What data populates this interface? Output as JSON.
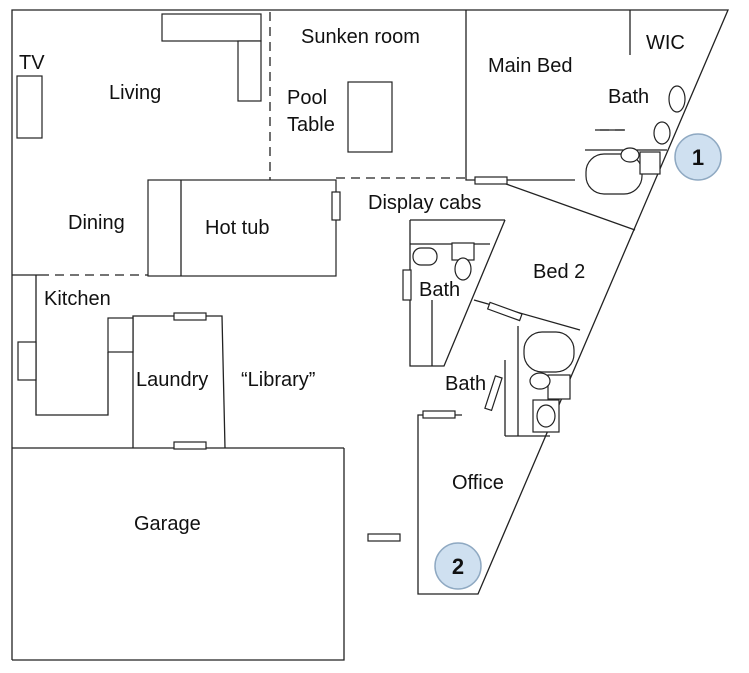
{
  "rooms": {
    "tv": "TV",
    "living": "Living",
    "sunken": "Sunken room",
    "pool1": "Pool",
    "pool2": "Table",
    "main_bed": "Main Bed",
    "wic": "WIC",
    "bath_main": "Bath",
    "dining": "Dining",
    "hot_tub": "Hot tub",
    "display": "Display cabs",
    "bath_mid": "Bath",
    "bed2": "Bed 2",
    "kitchen": "Kitchen",
    "laundry": "Laundry",
    "library": "“Library”",
    "bath_lower": "Bath",
    "garage": "Garage",
    "office": "Office"
  },
  "markers": [
    "1",
    "2"
  ],
  "colors": {
    "marker_fill": "#cfe0f0",
    "marker_stroke": "#8fa9c2",
    "wall": "#222222"
  }
}
